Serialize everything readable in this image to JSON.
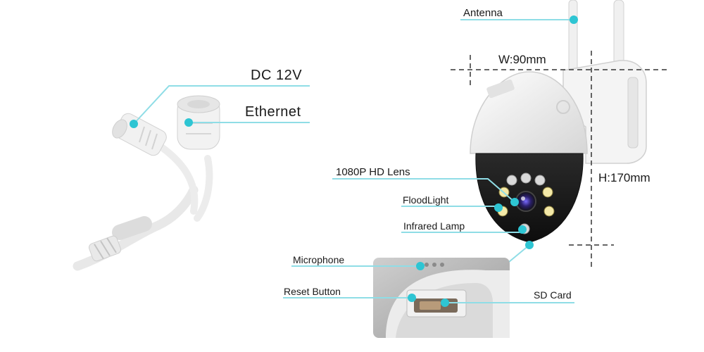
{
  "colors": {
    "accent": "#2ec5d3",
    "leader_line": "#8fdde6",
    "dimension_line": "#333333",
    "camera_body": "#f3f3f3",
    "camera_face": "#1b1b1b"
  },
  "cable_labels": {
    "dc": "DC 12V",
    "ethernet": "Ethernet"
  },
  "camera_labels": {
    "antenna": "Antenna",
    "width": "W:90mm",
    "height": "H:170mm",
    "lens": "1080P HD Lens",
    "floodlight": "FloodLight",
    "infrared": "Infrared Lamp"
  },
  "inset_labels": {
    "microphone": "Microphone",
    "reset": "Reset Button",
    "sd_card": "SD Card"
  }
}
